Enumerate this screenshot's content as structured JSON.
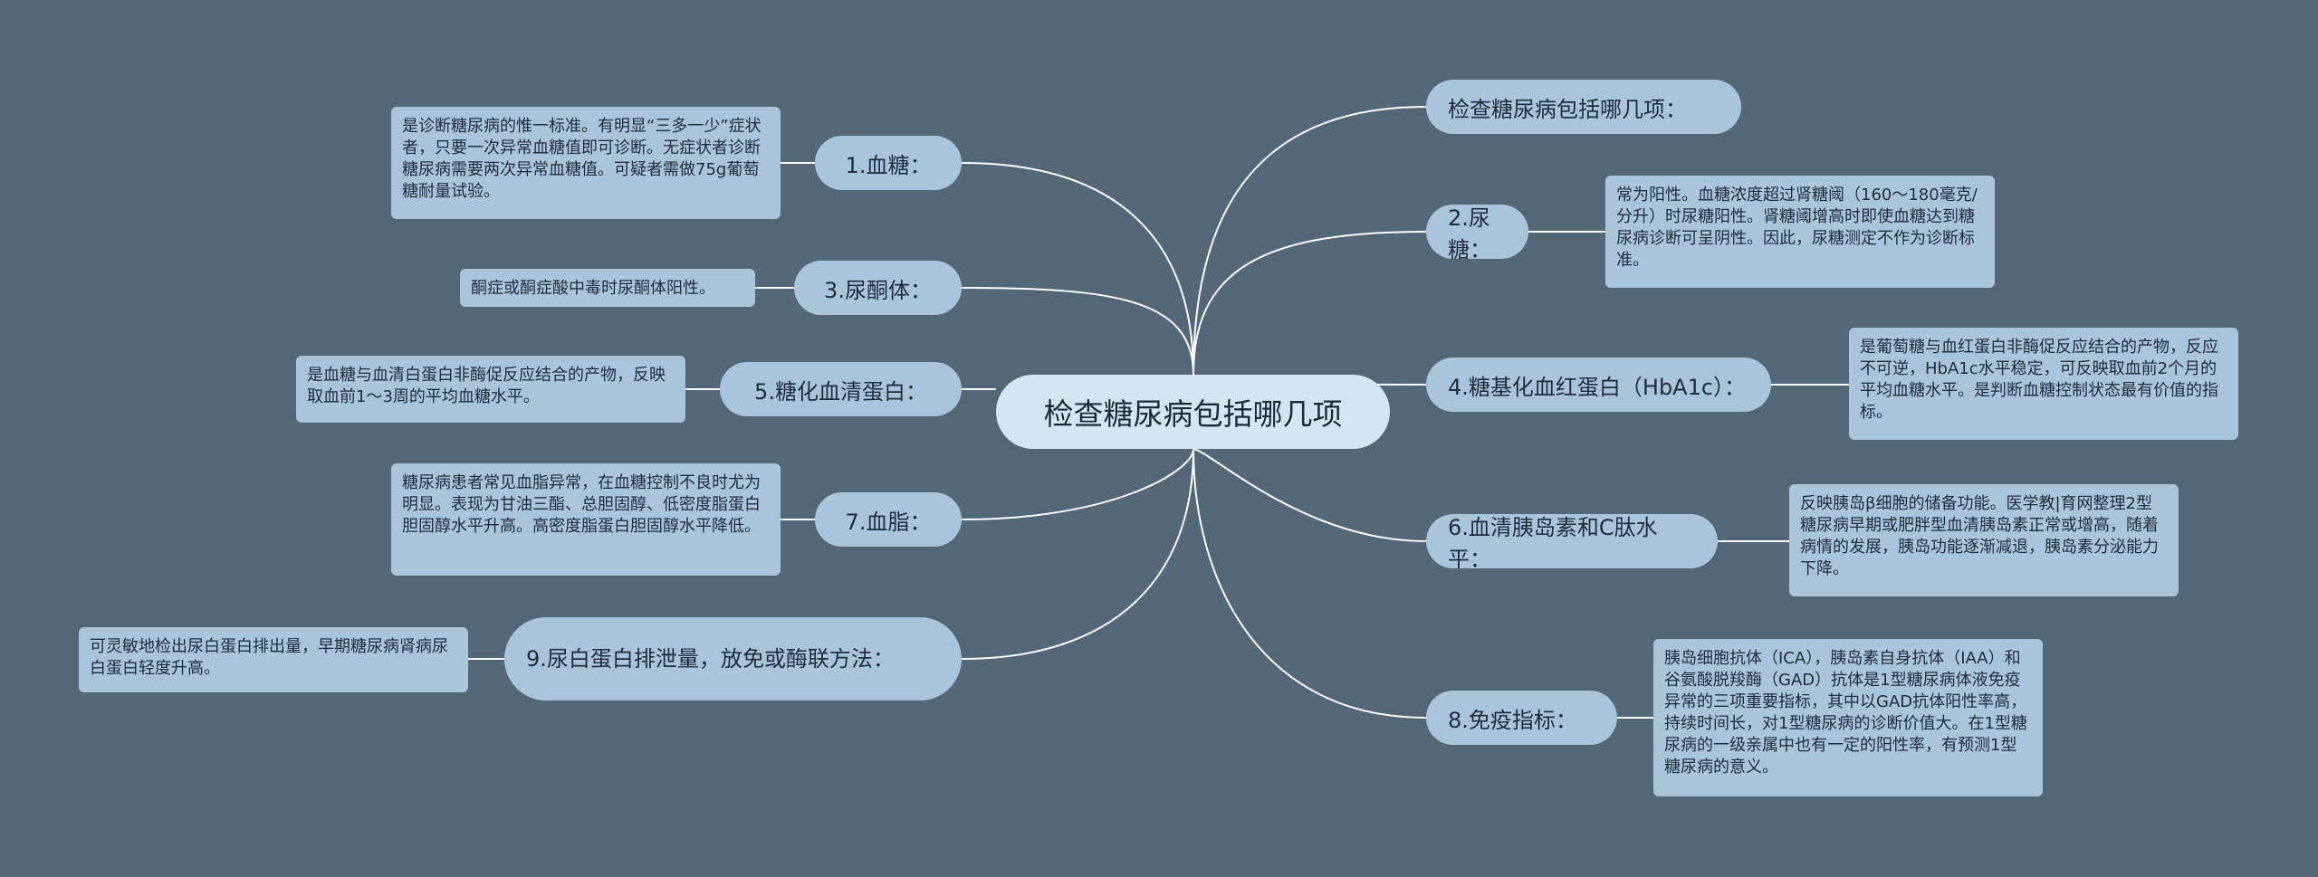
{
  "center": {
    "title": "检查糖尿病包括哪几项"
  },
  "branches": {
    "b_title": {
      "label": "检查糖尿病包括哪几项："
    },
    "b1": {
      "label": "1.血糖：",
      "note": "是诊断糖尿病的惟一标准。有明显“三多一少”症状者，只要一次异常血糖值即可诊断。无症状者诊断糖尿病需要两次异常血糖值。可疑者需做75g葡萄糖耐量试验。"
    },
    "b2": {
      "label": "2.尿糖：",
      "note": "常为阳性。血糖浓度超过肾糖阈（160～180毫克/分升）时尿糖阳性。肾糖阈增高时即使血糖达到糖尿病诊断可呈阴性。因此，尿糖测定不作为诊断标准。"
    },
    "b3": {
      "label": "3.尿酮体：",
      "note": "酮症或酮症酸中毒时尿酮体阳性。"
    },
    "b4": {
      "label": "4.糖基化血红蛋白（HbA1c）：",
      "note": "是葡萄糖与血红蛋白非酶促反应结合的产物，反应不可逆，HbA1c水平稳定，可反映取血前2个月的平均血糖水平。是判断血糖控制状态最有价值的指标。"
    },
    "b5": {
      "label": "5.糖化血清蛋白：",
      "note": "是血糖与血清白蛋白非酶促反应结合的产物，反映取血前1～3周的平均血糖水平。"
    },
    "b6": {
      "label": "6.血清胰岛素和C肽水平：",
      "note": "反映胰岛β细胞的储备功能。医学教|育网整理2型糖尿病早期或肥胖型血清胰岛素正常或增高，随着病情的发展，胰岛功能逐渐减退，胰岛素分泌能力下降。"
    },
    "b7": {
      "label": "7.血脂：",
      "note": "糖尿病患者常见血脂异常，在血糖控制不良时尤为明显。表现为甘油三酯、总胆固醇、低密度脂蛋白胆固醇水平升高。高密度脂蛋白胆固醇水平降低。"
    },
    "b8": {
      "label": "8.免疫指标：",
      "note": "胰岛细胞抗体（ICA），胰岛素自身抗体（IAA）和谷氨酸脱羧酶（GAD）抗体是1型糖尿病体液免疫异常的三项重要指标，其中以GAD抗体阳性率高，持续时间长，对1型糖尿病的诊断价值大。在1型糖尿病的一级亲属中也有一定的阳性率，有预测1型糖尿病的意义。"
    },
    "b9": {
      "label": "9.尿白蛋白排泄量，放免或酶联方法：",
      "note": "可灵敏地检出尿白蛋白排出量，早期糖尿病肾病尿白蛋白轻度升高。"
    }
  },
  "colors": {
    "background": "#526877",
    "center_fill": "#d5e6f3",
    "node_fill": "#a9c5dc",
    "link": "#ffffff"
  }
}
